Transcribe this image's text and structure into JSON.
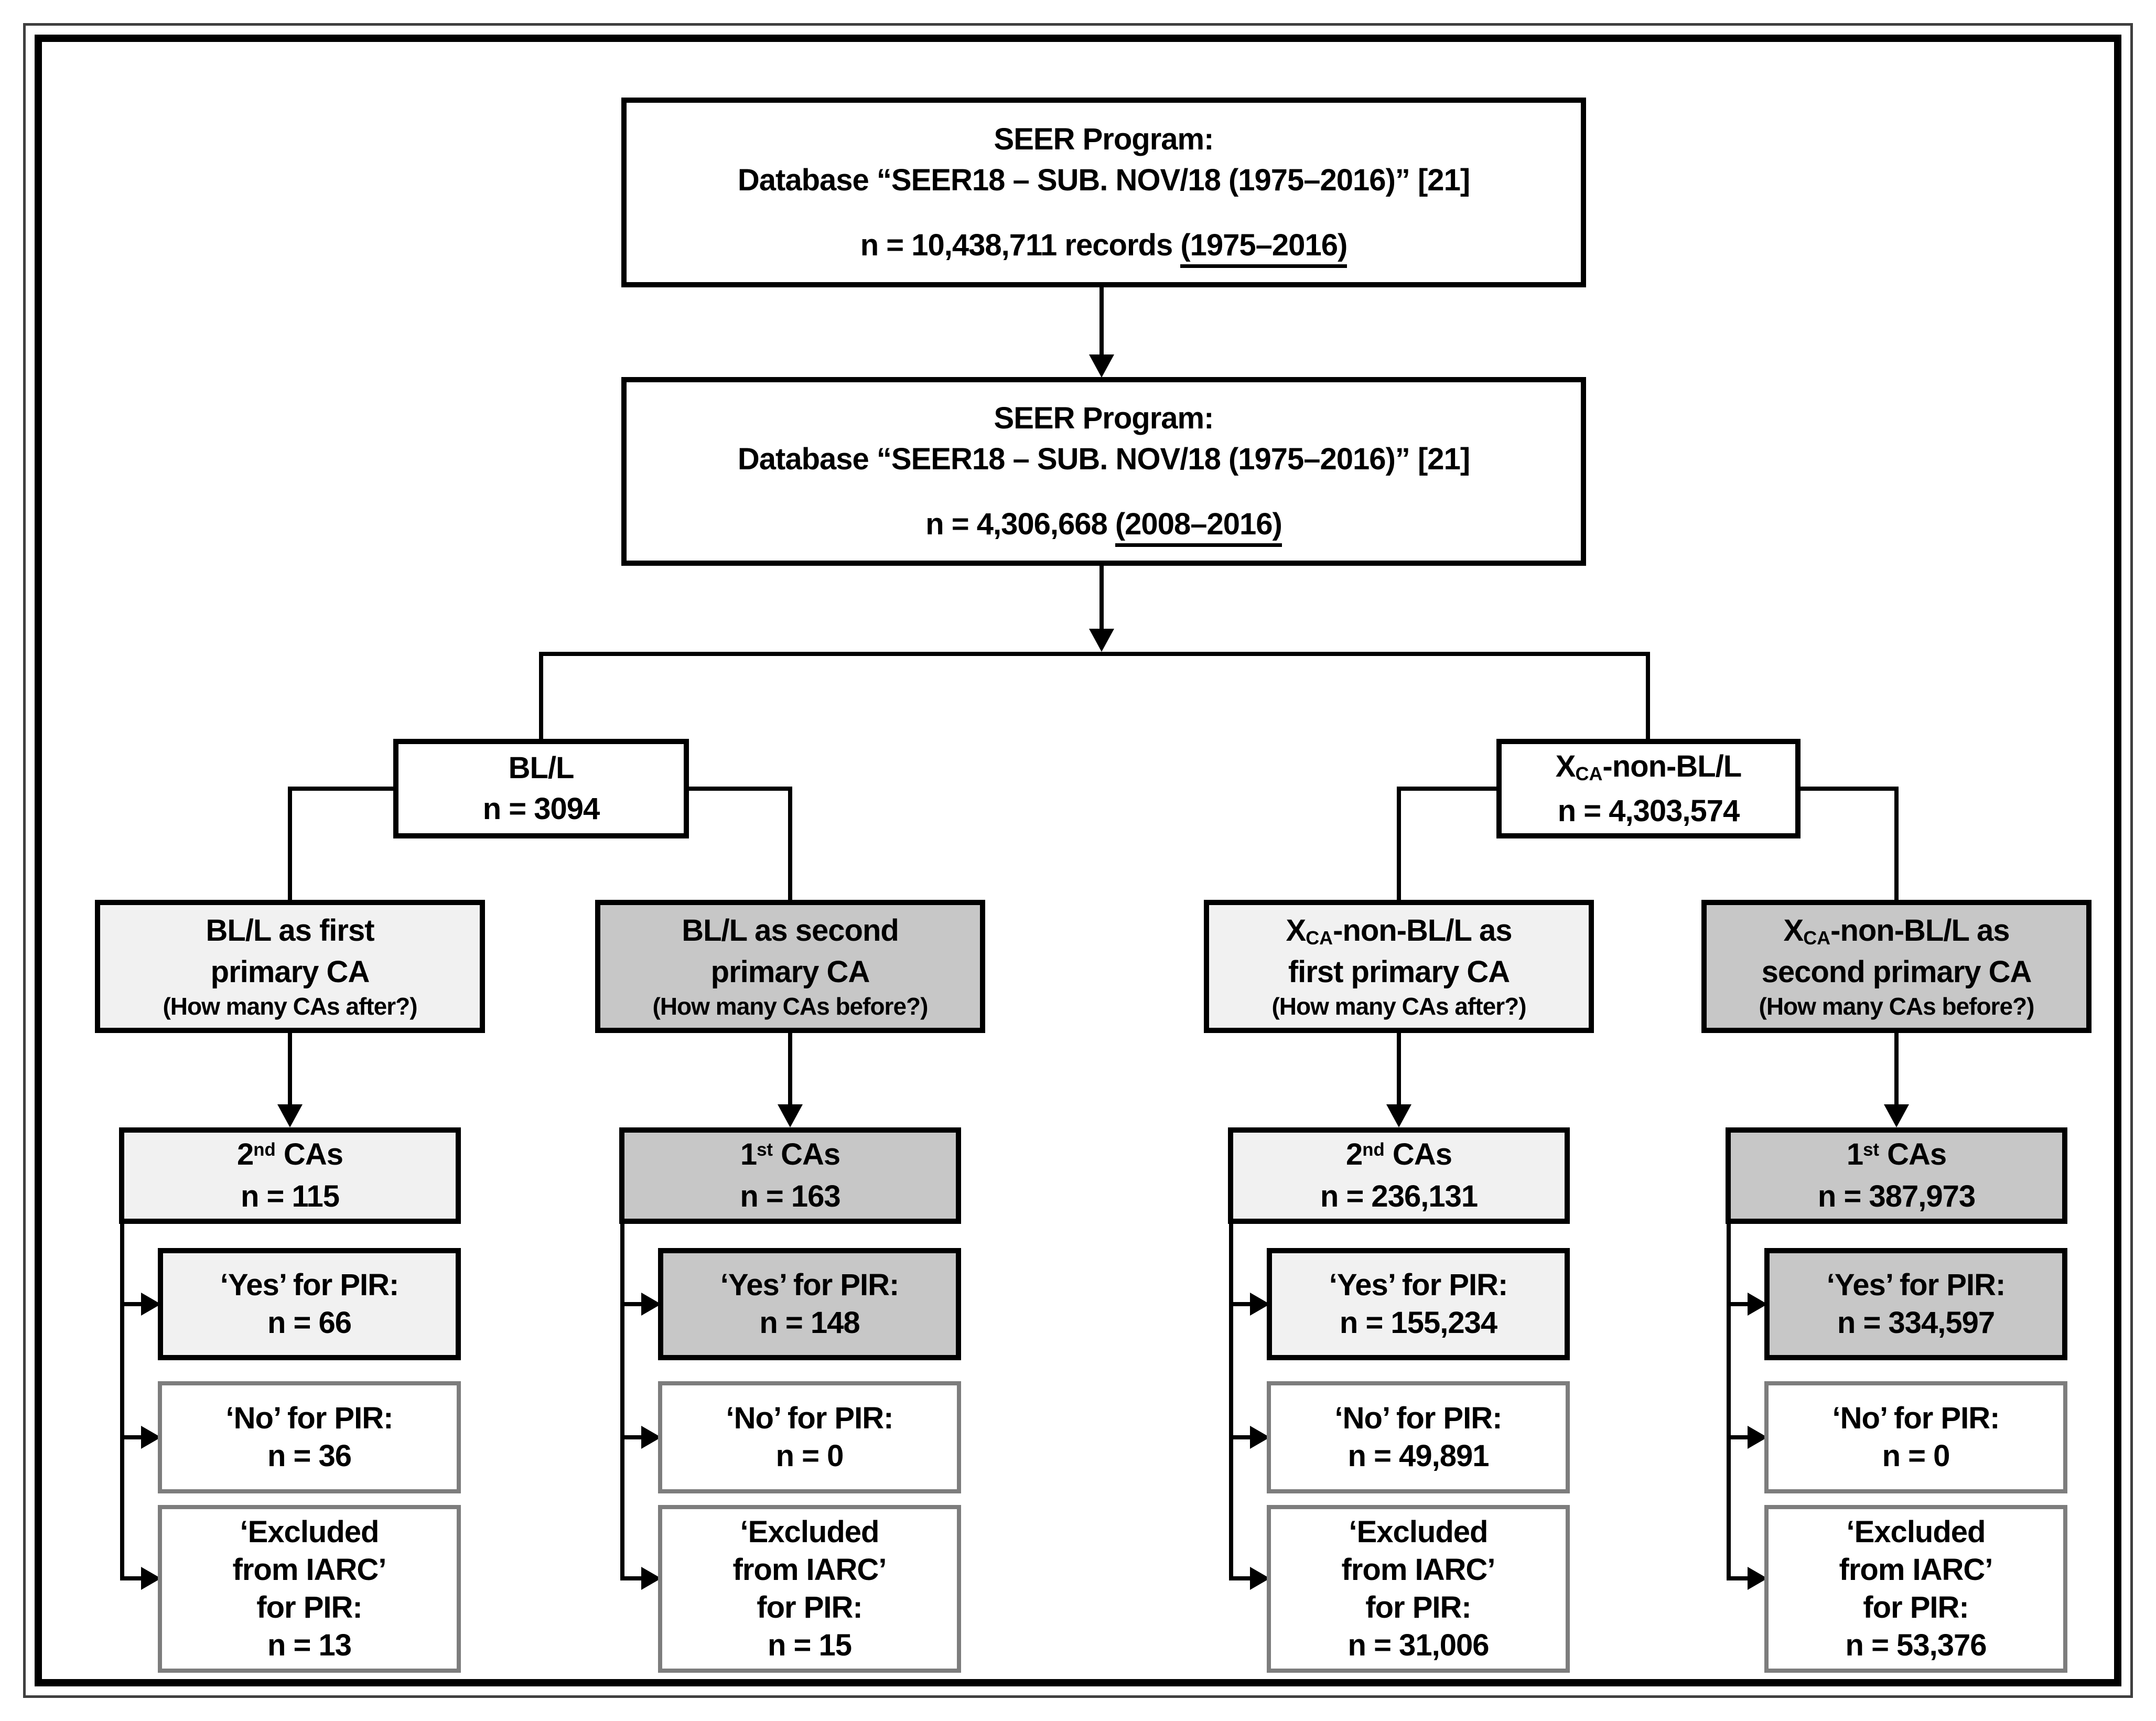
{
  "diagram": {
    "source_box": {
      "title": "SEER Program:",
      "subtitle": "Database “SEER18 – SUB. NOV/18 (1975–2016)” [21]",
      "n_prefix": "n = 10,438,711 records ",
      "n_underlined": "(1975–2016)"
    },
    "filtered_box": {
      "title": "SEER Program:",
      "subtitle": "Database “SEER18 – SUB. NOV/18 (1975–2016)” [21]",
      "n_prefix": "n = 4,306,668 ",
      "n_underlined": "(2008–2016)"
    },
    "branch_left": {
      "label": "BL/L",
      "n": "n = 3094"
    },
    "branch_right": {
      "label_base": "X",
      "label_subscript": "CA",
      "label_rest": "-non-BL/L",
      "n": "n = 4,303,574"
    },
    "columns": [
      {
        "header": {
          "line1_base": "",
          "line1_subscript": "",
          "line1_rest": "BL/L as first",
          "line2": "primary CA",
          "note": "(How many CAs after?)"
        },
        "cas": {
          "ordinal": "2",
          "ordinal_suffix": "nd",
          "label": " CAs",
          "n": "n = 115"
        },
        "yes": {
          "label": "‘Yes’ for PIR:",
          "n": "n = 66"
        },
        "no": {
          "label": "‘No’ for PIR:",
          "n": "n = 36"
        },
        "excluded": {
          "line1": "‘Excluded",
          "line2": "from IARC’",
          "line3": "for PIR:",
          "n": "n = 13"
        }
      },
      {
        "header": {
          "line1_base": "",
          "line1_subscript": "",
          "line1_rest": "BL/L as second",
          "line2": "primary CA",
          "note": "(How many CAs before?)"
        },
        "cas": {
          "ordinal": "1",
          "ordinal_suffix": "st",
          "label": " CAs",
          "n": "n = 163"
        },
        "yes": {
          "label": "‘Yes’ for PIR:",
          "n": "n = 148"
        },
        "no": {
          "label": "‘No’ for PIR:",
          "n": "n = 0"
        },
        "excluded": {
          "line1": "‘Excluded",
          "line2": "from IARC’",
          "line3": "for PIR:",
          "n": "n = 15"
        }
      },
      {
        "header": {
          "line1_base": "X",
          "line1_subscript": "CA",
          "line1_rest": "-non-BL/L as",
          "line2": "first primary CA",
          "note": "(How many CAs after?)"
        },
        "cas": {
          "ordinal": "2",
          "ordinal_suffix": "nd",
          "label": " CAs",
          "n": "n = 236,131"
        },
        "yes": {
          "label": "‘Yes’ for PIR:",
          "n": "n = 155,234"
        },
        "no": {
          "label": "‘No’ for PIR:",
          "n": "n = 49,891"
        },
        "excluded": {
          "line1": "‘Excluded",
          "line2": "from IARC’",
          "line3": "for PIR:",
          "n": "n = 31,006"
        }
      },
      {
        "header": {
          "line1_base": "X",
          "line1_subscript": "CA",
          "line1_rest": "-non-BL/L as",
          "line2": "second primary CA",
          "note": "(How many CAs before?)"
        },
        "cas": {
          "ordinal": "1",
          "ordinal_suffix": "st",
          "label": " CAs",
          "n": "n = 387,973"
        },
        "yes": {
          "label": "‘Yes’ for PIR:",
          "n": "n = 334,597"
        },
        "no": {
          "label": "‘No’ for PIR:",
          "n": "n = 0"
        },
        "excluded": {
          "line1": "‘Excluded",
          "line2": "from IARC’",
          "line3": "for PIR:",
          "n": "n = 53,376"
        }
      }
    ],
    "colors": {
      "light_fill": "#f1f1f1",
      "dark_fill": "#c7c7c7",
      "line": "#000000",
      "gray_border": "#7d7d7d"
    }
  }
}
